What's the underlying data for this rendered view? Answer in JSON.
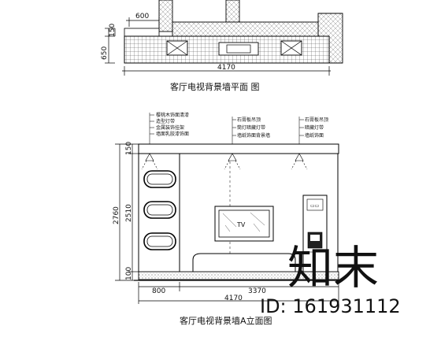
{
  "plan": {
    "title": "客厅电视背景墙平面 图",
    "dims": {
      "top_width": "600",
      "left_small": "150",
      "left_depth": "650",
      "total_width": "4170"
    }
  },
  "elevation": {
    "title": "客厅电视背景墙A立面图",
    "dims": {
      "total_height": "2760",
      "height_mid": "2510",
      "top_band": "150",
      "bottom_band": "100",
      "left_width": "800",
      "right_width": "3370",
      "total_width": "4170"
    },
    "labels": {
      "tv": "TV"
    },
    "notes": {
      "left": [
        "樱桃木饰面清漆",
        "造型灯带",
        "金属装饰挂架",
        "墙面乳胶漆饰面"
      ],
      "middle": [
        "石膏板吊顶",
        "筒灯暗藏灯带",
        "墙纸饰面背景墙"
      ],
      "right": [
        "石膏板吊顶",
        "暗藏灯带",
        "墙纸饰面"
      ]
    }
  },
  "watermark": {
    "logo": "知末",
    "id": "ID: 161931112"
  }
}
